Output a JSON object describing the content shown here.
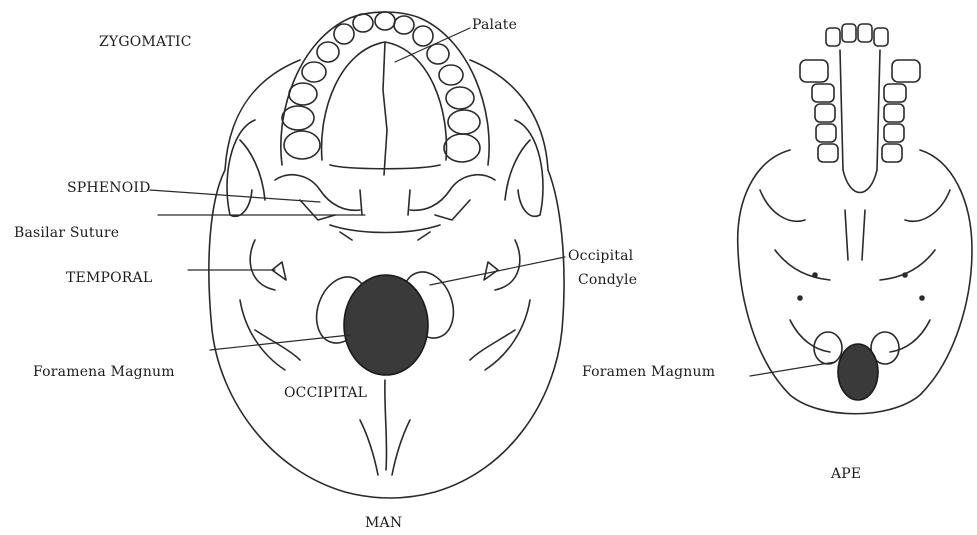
{
  "labels": {
    "zygomatic": "ZYGOMATIC",
    "palate": "Palate",
    "sphenoid": "SPHENOID",
    "basilar_suture": "Basilar Suture",
    "temporal": "TEMPORAL",
    "occipital_condyle_line1": "Occipital",
    "occipital_condyle_line2": "Condyle",
    "foramena_magnum": "Foramena Magnum",
    "occipital": "OCCIPITAL",
    "man": "MAN",
    "foramen_magnum_ape": "Foramen Magnum",
    "ape": "APE"
  },
  "colors": {
    "line": "#2a2a2a",
    "foramen_fill": "#3a3a3a"
  }
}
